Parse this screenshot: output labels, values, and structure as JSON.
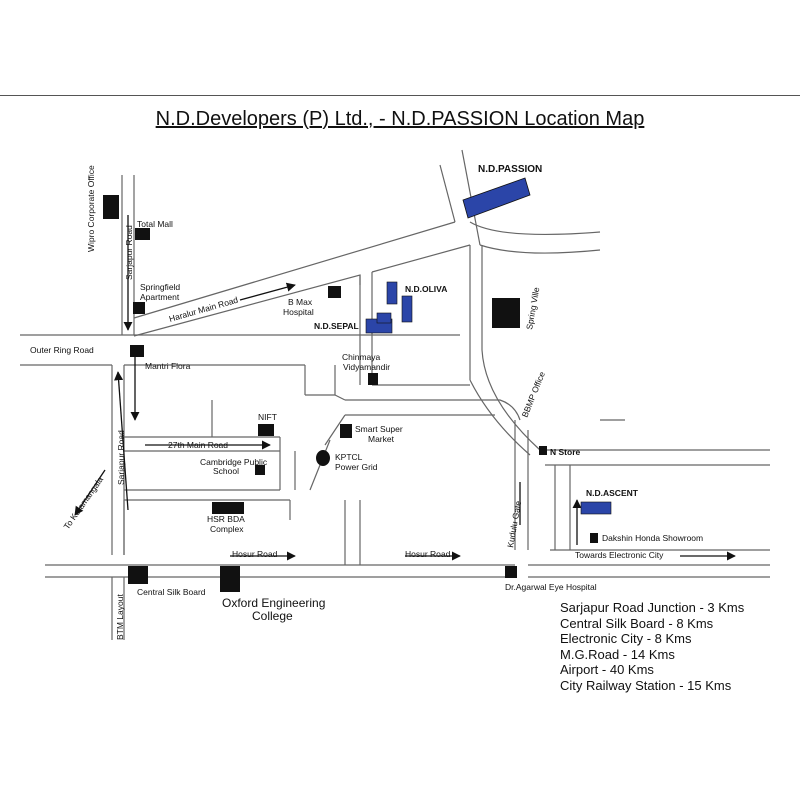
{
  "title": "N.D.Developers (P) Ltd., - N.D.PASSION Location Map",
  "projects": {
    "passion": "N.D.PASSION",
    "oliva": "N.D.OLIVA",
    "sepal": "N.D.SEPAL",
    "ascent": "N.D.ASCENT"
  },
  "roads": {
    "sarjapur_road_top": "Sarjapur Road",
    "sarjapur_road_bottom": "Sarjapur Road",
    "haralur_main_road": "Haralur Main Road",
    "outer_ring_road": "Outer Ring Road",
    "main_27th": "27th Main Road",
    "to_koramangala": "To Koramangala",
    "hosur_road_left": "Hosur Road",
    "hosur_road_right": "Hosur Road",
    "btm_layout": "BTM Layout",
    "towards_electronic_city": "Towards Electronic City",
    "kudulu_gate": "Kudulu Gate"
  },
  "landmarks": {
    "wipro": "Wipro Corporate Office",
    "total_mall": "Total Mall",
    "springfield_1": "Springfield",
    "springfield_2": "Apartment",
    "b_max_1": "B Max",
    "b_max_2": "Hospital",
    "spring_ville": "Spring Ville",
    "mantri_flora": "Mantri Flora",
    "chinmaya_1": "Chinmaya",
    "chinmaya_2": "Vidyamandir",
    "bbmp_office": "BBMP Office",
    "nift": "NIFT",
    "smart_1": "Smart Super",
    "smart_2": "Market",
    "cambridge_1": "Cambridge Public",
    "cambridge_2": "School",
    "kptcl_1": "KPTCL",
    "kptcl_2": "Power Grid",
    "n_store": "N Store",
    "hsr_1": "HSR BDA",
    "hsr_2": "Complex",
    "dakshin": "Dakshin Honda Showroom",
    "central_silk_board": "Central Silk Board",
    "oxford_1": "Oxford Engineering",
    "oxford_2": "College",
    "agarwal": "Dr.Agarwal Eye Hospital"
  },
  "distances": [
    "Sarjapur Road Junction - 3 Kms",
    "Central Silk Board - 8 Kms",
    "Electronic City - 8 Kms",
    "M.G.Road - 14 Kms",
    "Airport - 40 Kms",
    "City Railway Station - 15 Kms"
  ],
  "colors": {
    "project_block": "#2b45a8",
    "landmark_block": "#111111",
    "road": "#666666"
  }
}
